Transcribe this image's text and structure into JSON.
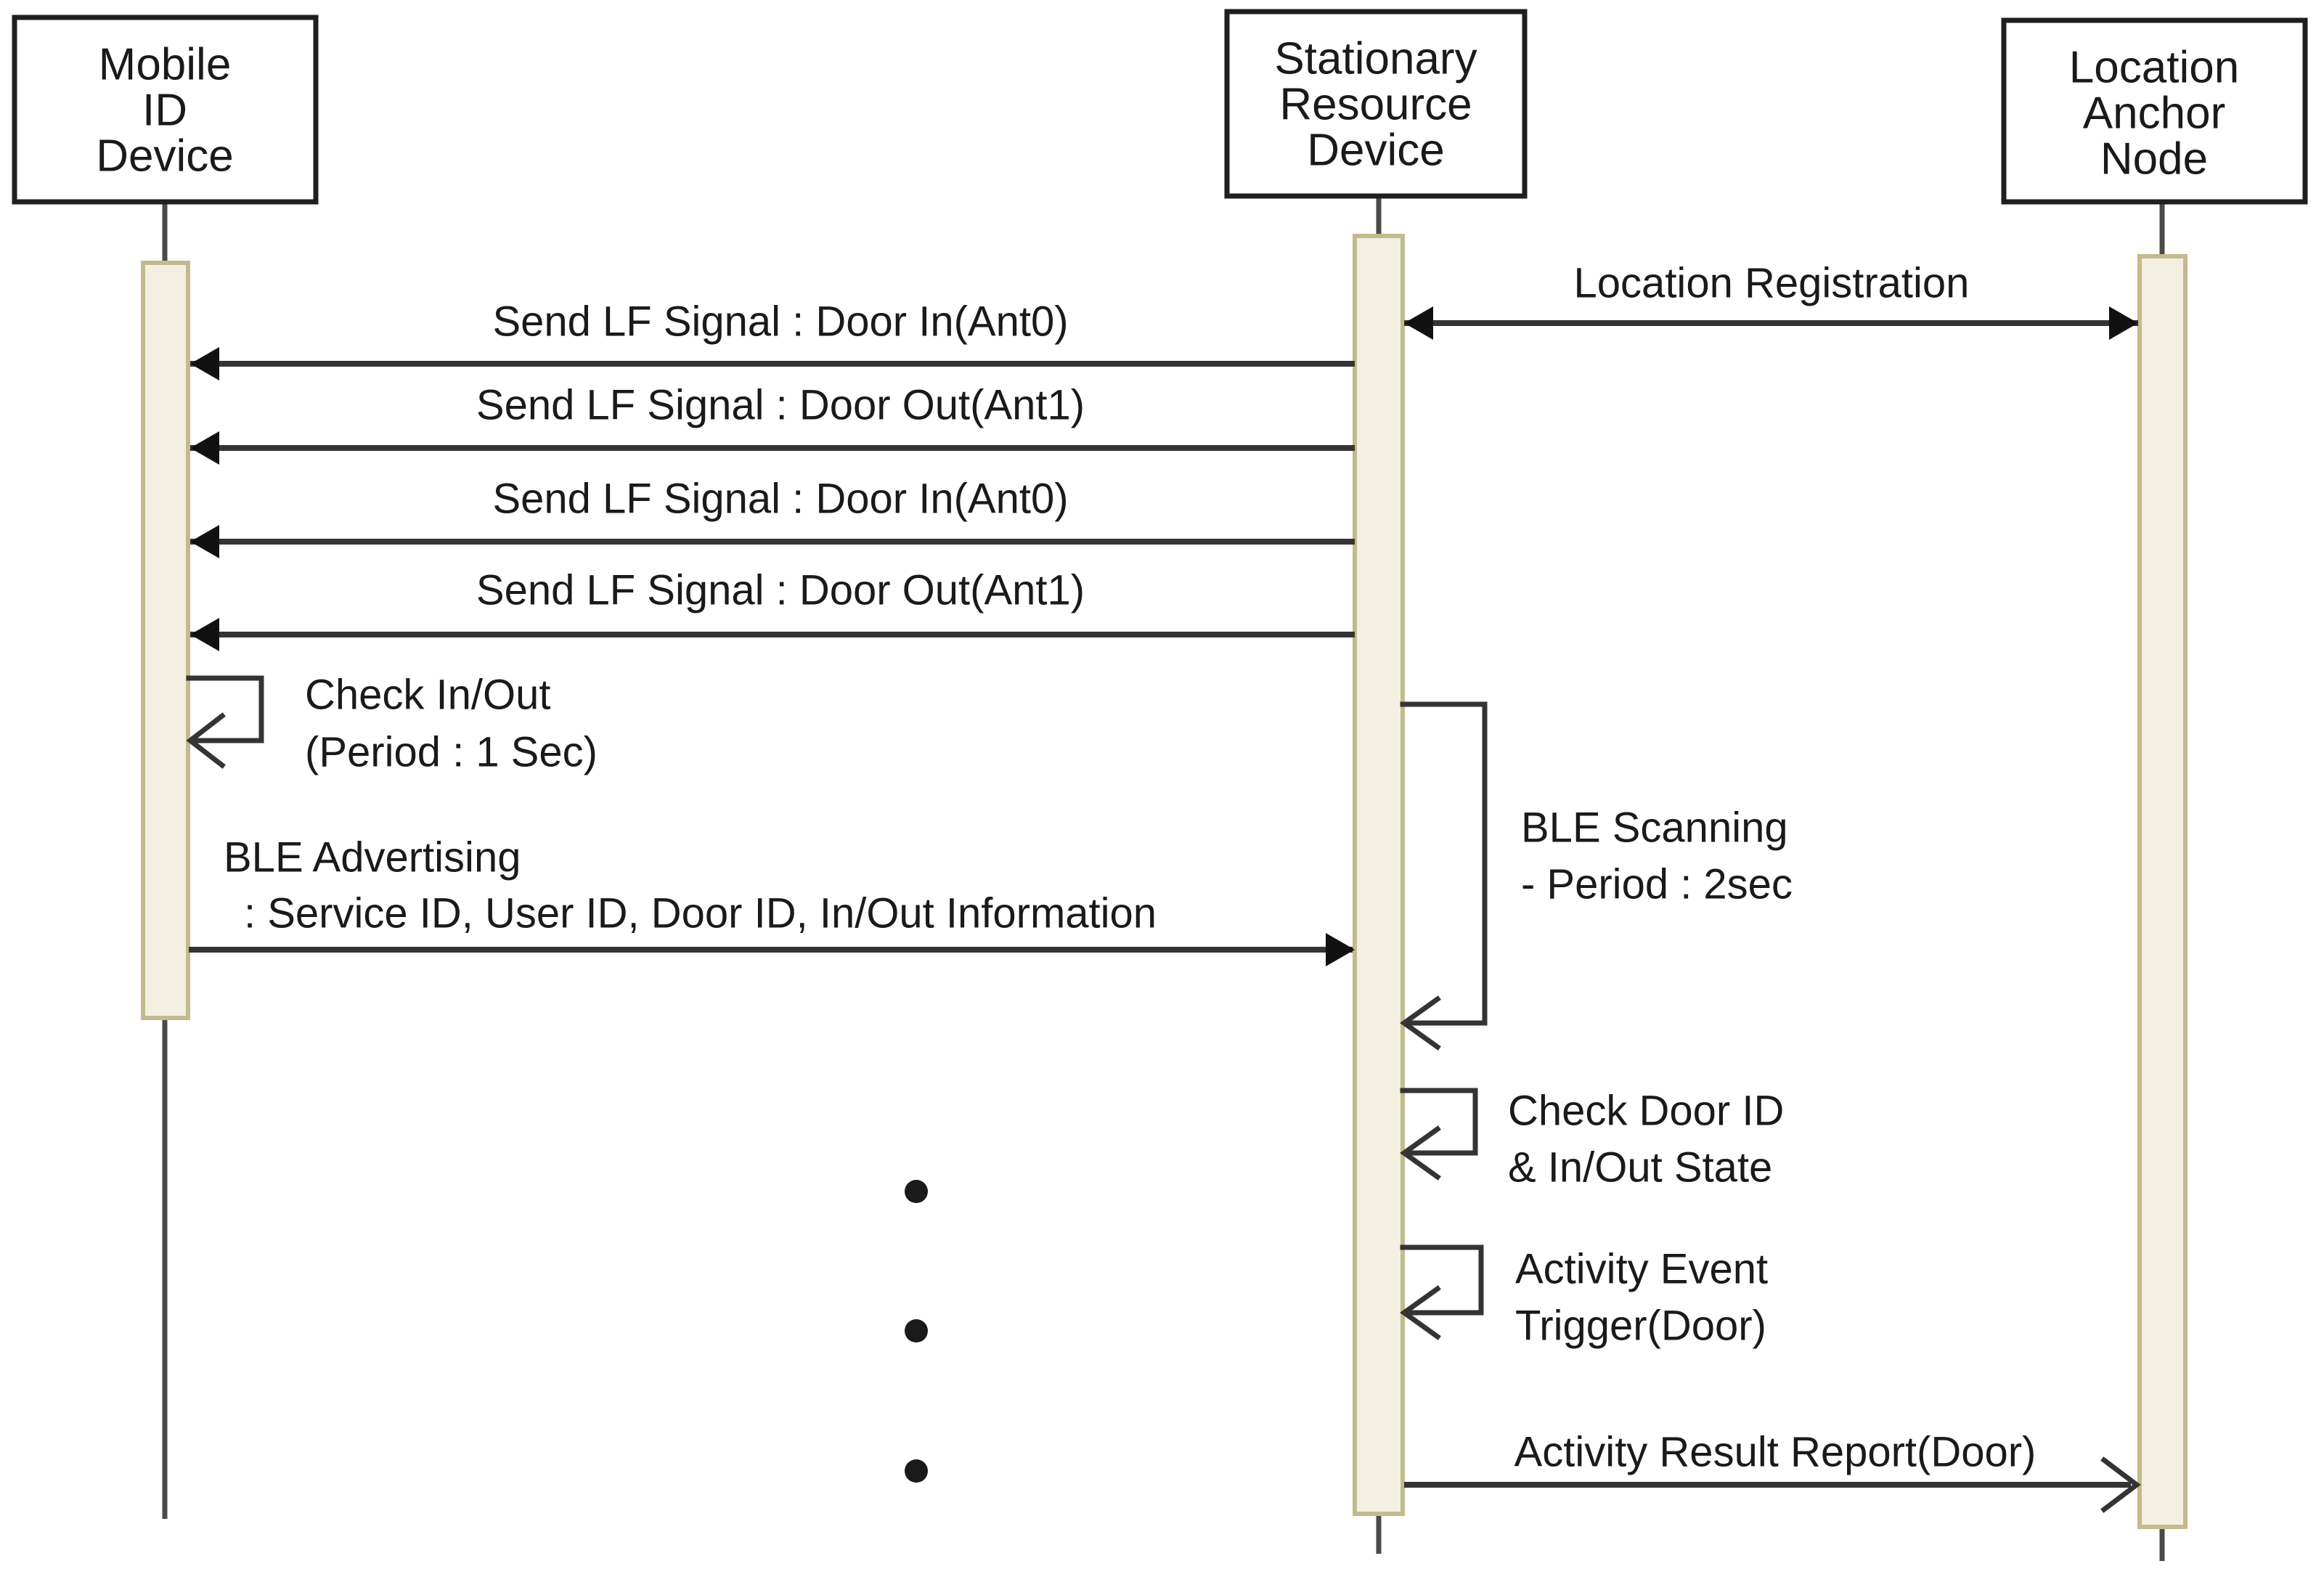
{
  "actors": [
    {
      "id": "mobile-id-device",
      "lines": [
        "Mobile",
        "ID",
        "Device"
      ]
    },
    {
      "id": "stationary-resource-device",
      "lines": [
        "Stationary",
        "Resource",
        "Device"
      ]
    },
    {
      "id": "location-anchor-node",
      "lines": [
        "Location",
        "Anchor",
        "Node"
      ]
    }
  ],
  "messages": {
    "location_registration": {
      "label": "Location Registration",
      "direction": "bidirectional",
      "from": "stationary-resource-device",
      "to": "location-anchor-node"
    },
    "lf_1": {
      "label": "Send LF Signal : Door In(Ant0)",
      "direction": "left",
      "from": "stationary-resource-device",
      "to": "mobile-id-device"
    },
    "lf_2": {
      "label": "Send LF Signal : Door Out(Ant1)",
      "direction": "left",
      "from": "stationary-resource-device",
      "to": "mobile-id-device"
    },
    "lf_3": {
      "label": "Send LF Signal : Door In(Ant0)",
      "direction": "left",
      "from": "stationary-resource-device",
      "to": "mobile-id-device"
    },
    "lf_4": {
      "label": "Send LF Signal : Door Out(Ant1)",
      "direction": "left",
      "from": "stationary-resource-device",
      "to": "mobile-id-device"
    },
    "ble_advertising": {
      "line1": "BLE Advertising",
      "line2": ": Service ID, User ID, Door ID, In/Out Information",
      "direction": "right",
      "from": "mobile-id-device",
      "to": "stationary-resource-device"
    },
    "activity_result": {
      "label": "Activity Result Report(Door)",
      "direction": "right",
      "from": "stationary-resource-device",
      "to": "location-anchor-node"
    }
  },
  "self_messages": {
    "check_in_out": {
      "actor": "mobile-id-device",
      "line1": "Check In/Out",
      "line2": "(Period : 1 Sec)"
    },
    "ble_scanning": {
      "actor": "stationary-resource-device",
      "line1": "BLE Scanning",
      "line2": "- Period : 2sec"
    },
    "check_door": {
      "actor": "stationary-resource-device",
      "line1": "Check Door ID",
      "line2": "& In/Out State"
    },
    "activity_trigger": {
      "actor": "stationary-resource-device",
      "line1": "Activity Event",
      "line2": "Trigger(Door)"
    }
  },
  "colors": {
    "background": "#ffffff",
    "box_border": "#1f1f1f",
    "lifeline": "#4a4a4a",
    "message_line": "#343434",
    "arrowhead": "#111111",
    "activation_fill": "#f3f0e2",
    "activation_border": "#c3ba8e",
    "text": "#1a1a1a"
  }
}
